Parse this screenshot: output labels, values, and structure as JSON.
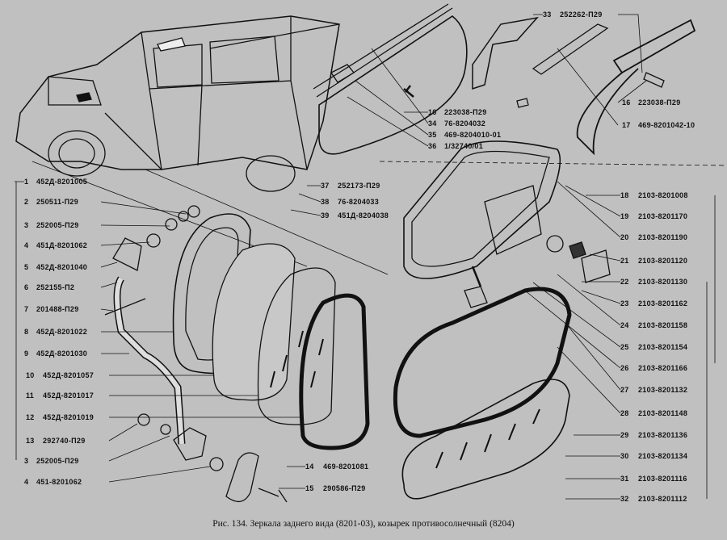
{
  "caption": "Рис. 134. Зеркала заднего вида (8201-03), козырек противосолнечный (8204)",
  "left_labels": [
    {
      "num": "1",
      "code": "452Д-8201005"
    },
    {
      "num": "2",
      "code": "250511-П29"
    },
    {
      "num": "3",
      "code": "252005-П29"
    },
    {
      "num": "4",
      "code": "451Д-8201062"
    },
    {
      "num": "5",
      "code": "452Д-8201040"
    },
    {
      "num": "6",
      "code": "252155-П2"
    },
    {
      "num": "7",
      "code": "201488-П29"
    },
    {
      "num": "8",
      "code": "452Д-8201022"
    },
    {
      "num": "9",
      "code": "452Д-8201030"
    },
    {
      "num": "10",
      "code": "452Д-8201057"
    },
    {
      "num": "11",
      "code": "452Д-8201017"
    },
    {
      "num": "12",
      "code": "452Д-8201019"
    },
    {
      "num": "13",
      "code": "292740-П29"
    },
    {
      "num": "3",
      "code": "252005-П29"
    },
    {
      "num": "4",
      "code": "451-8201062"
    }
  ],
  "right_labels": [
    {
      "num": "18",
      "code": "2103-8201008"
    },
    {
      "num": "19",
      "code": "2103-8201170"
    },
    {
      "num": "20",
      "code": "2103-8201190"
    },
    {
      "num": "21",
      "code": "2103-8201120"
    },
    {
      "num": "22",
      "code": "2103-8201130"
    },
    {
      "num": "23",
      "code": "2103-8201162"
    },
    {
      "num": "24",
      "code": "2103-8201158"
    },
    {
      "num": "25",
      "code": "2103-8201154"
    },
    {
      "num": "26",
      "code": "2103-8201166"
    },
    {
      "num": "27",
      "code": "2103-8201132"
    },
    {
      "num": "28",
      "code": "2103-8201148"
    },
    {
      "num": "29",
      "code": "2103-8201136"
    },
    {
      "num": "30",
      "code": "2103-8201134"
    },
    {
      "num": "31",
      "code": "2103-8201116"
    },
    {
      "num": "32",
      "code": "2103-8201112"
    }
  ],
  "top_labels": [
    {
      "num": "33",
      "code": "252262-П29"
    },
    {
      "num": "16",
      "code": "223038-П29"
    },
    {
      "num": "34",
      "code": "76-8204032"
    },
    {
      "num": "35",
      "code": "469-8204010-01"
    },
    {
      "num": "36",
      "code": "1/32740/01"
    },
    {
      "num": "16",
      "code": "223038-П29"
    },
    {
      "num": "17",
      "code": "469-8201042-10"
    }
  ],
  "middle_labels": [
    {
      "num": "37",
      "code": "252173-П29"
    },
    {
      "num": "38",
      "code": "76-8204033"
    },
    {
      "num": "39",
      "code": "451Д-8204038"
    }
  ],
  "bottom_labels": [
    {
      "num": "14",
      "code": "469-8201081"
    },
    {
      "num": "15",
      "code": "290586-П29"
    }
  ]
}
